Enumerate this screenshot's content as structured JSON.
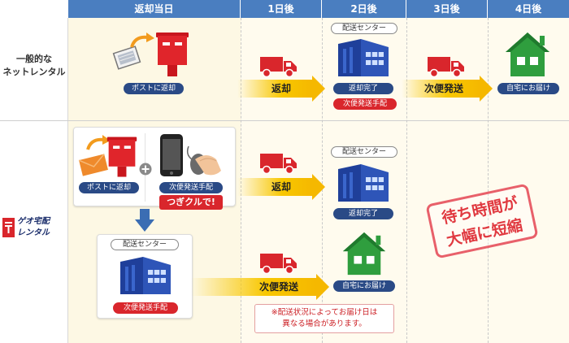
{
  "header": {
    "columns": [
      "返却当日",
      "1日後",
      "2日後",
      "3日後",
      "4日後"
    ]
  },
  "row1": {
    "label_line1": "一般的な",
    "label_line2": "ネットレンタル",
    "return_post": "ポストに返却",
    "arrow1": "返却",
    "center_label": "配送センター",
    "return_done": "返却完了",
    "next_ship_arrange": "次便発送手配",
    "arrow2": "次便発送",
    "home_delivery": "自宅にお届け"
  },
  "row2": {
    "logo_line1": "ゲオ宅配",
    "logo_line2": "レンタル",
    "return_post": "ポストに返却",
    "plus": "+",
    "next_ship_arrange": "次便発送手配",
    "tsugi_kuru": "つぎクルで!",
    "arrow1": "返却",
    "center_label_top": "配送センター",
    "return_done": "返却完了",
    "center_label_bottom": "配送センター",
    "next_ship_arrange_bottom": "次便発送手配",
    "arrow2": "次便発送",
    "home_delivery": "自宅にお届け",
    "note_line1": "※配送状況によってお届け日は",
    "note_line2": "異なる場合があります。",
    "stamp_line1": "待ち時間が",
    "stamp_line2": "大幅に短縮"
  },
  "colors": {
    "header_blue": "#4a7ec0",
    "navy": "#2a4a86",
    "red": "#d9262c",
    "arrow_yellow": "#f8c700",
    "house_green": "#2f9e3e",
    "building_blue": "#2e55b8"
  },
  "icons": [
    "mailbox-icon",
    "dvd-icon",
    "truck-icon",
    "building-icon",
    "house-icon",
    "smartphone-icon",
    "mouse-hand-icon",
    "down-arrow-icon",
    "plus-icon"
  ]
}
